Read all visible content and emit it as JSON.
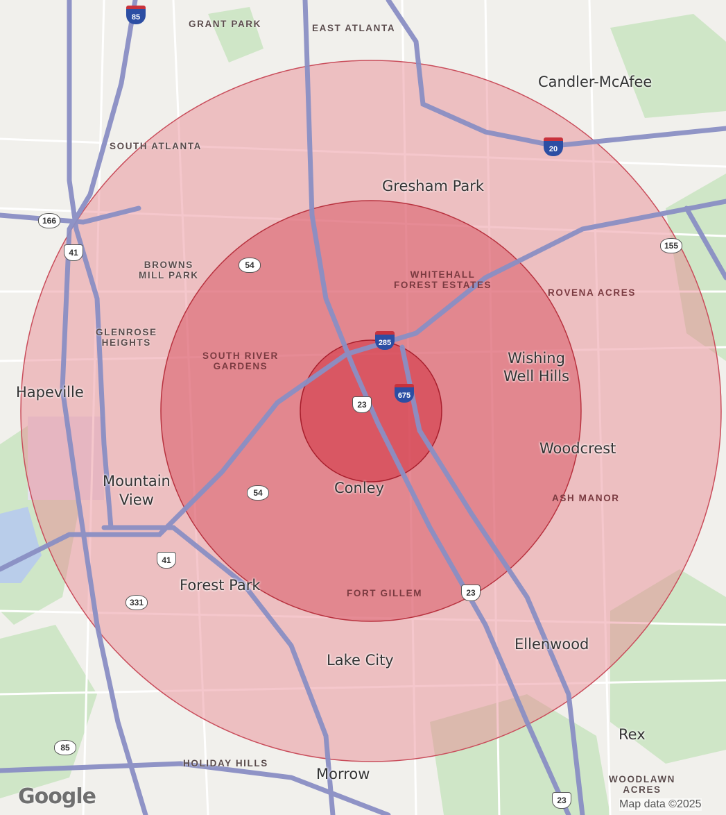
{
  "map": {
    "attribution": "Google",
    "map_data_text": "Map data ©2025",
    "radius_rings": [
      {
        "name": "outer",
        "fill": "#e8838f",
        "stroke": "#c94d5b"
      },
      {
        "name": "middle",
        "fill": "#d8505e",
        "stroke": "#b8323f"
      },
      {
        "name": "inner",
        "fill": "#d02838",
        "stroke": "#a81f2d"
      }
    ],
    "places": {
      "grant_park": "GRANT PARK",
      "east_atlanta": "EAST ATLANTA",
      "candler_mcafee": "Candler-McAfee",
      "south_atlanta": "SOUTH ATLANTA",
      "gresham_park": "Gresham Park",
      "browns_mill_park": [
        "BROWNS",
        "MILL PARK"
      ],
      "whitehall_forest_estates": [
        "WHITEHALL",
        "FOREST ESTATES"
      ],
      "rovena_acres": "ROVENA ACRES",
      "glenrose_heights": [
        "GLENROSE",
        "HEIGHTS"
      ],
      "south_river_gardens": [
        "SOUTH RIVER",
        "GARDENS"
      ],
      "wishing_well_hills": [
        "Wishing",
        "Well Hills"
      ],
      "hapeville": "Hapeville",
      "woodcrest": "Woodcrest",
      "mountain_view": [
        "Mountain",
        "View"
      ],
      "conley": "Conley",
      "ash_manor": "ASH MANOR",
      "forest_park": "Forest Park",
      "fort_gillem": "FORT GILLEM",
      "ellenwood": "Ellenwood",
      "lake_city": "Lake City",
      "rex": "Rex",
      "holiday_hills": "HOLIDAY HILLS",
      "morrow": "Morrow",
      "woodlawn_acres": [
        "WOODLAWN",
        "ACRES"
      ]
    },
    "shields": {
      "i85_top": "85",
      "i20": "20",
      "sr166": "166",
      "us41_north": "41",
      "sr54_north": "54",
      "sr155": "155",
      "i285": "285",
      "i675": "675",
      "us23_center": "23",
      "sr54_south": "54",
      "us41_south": "41",
      "sr331": "331",
      "us23_east": "23",
      "sr85": "85",
      "us23_bottom": "23"
    }
  }
}
